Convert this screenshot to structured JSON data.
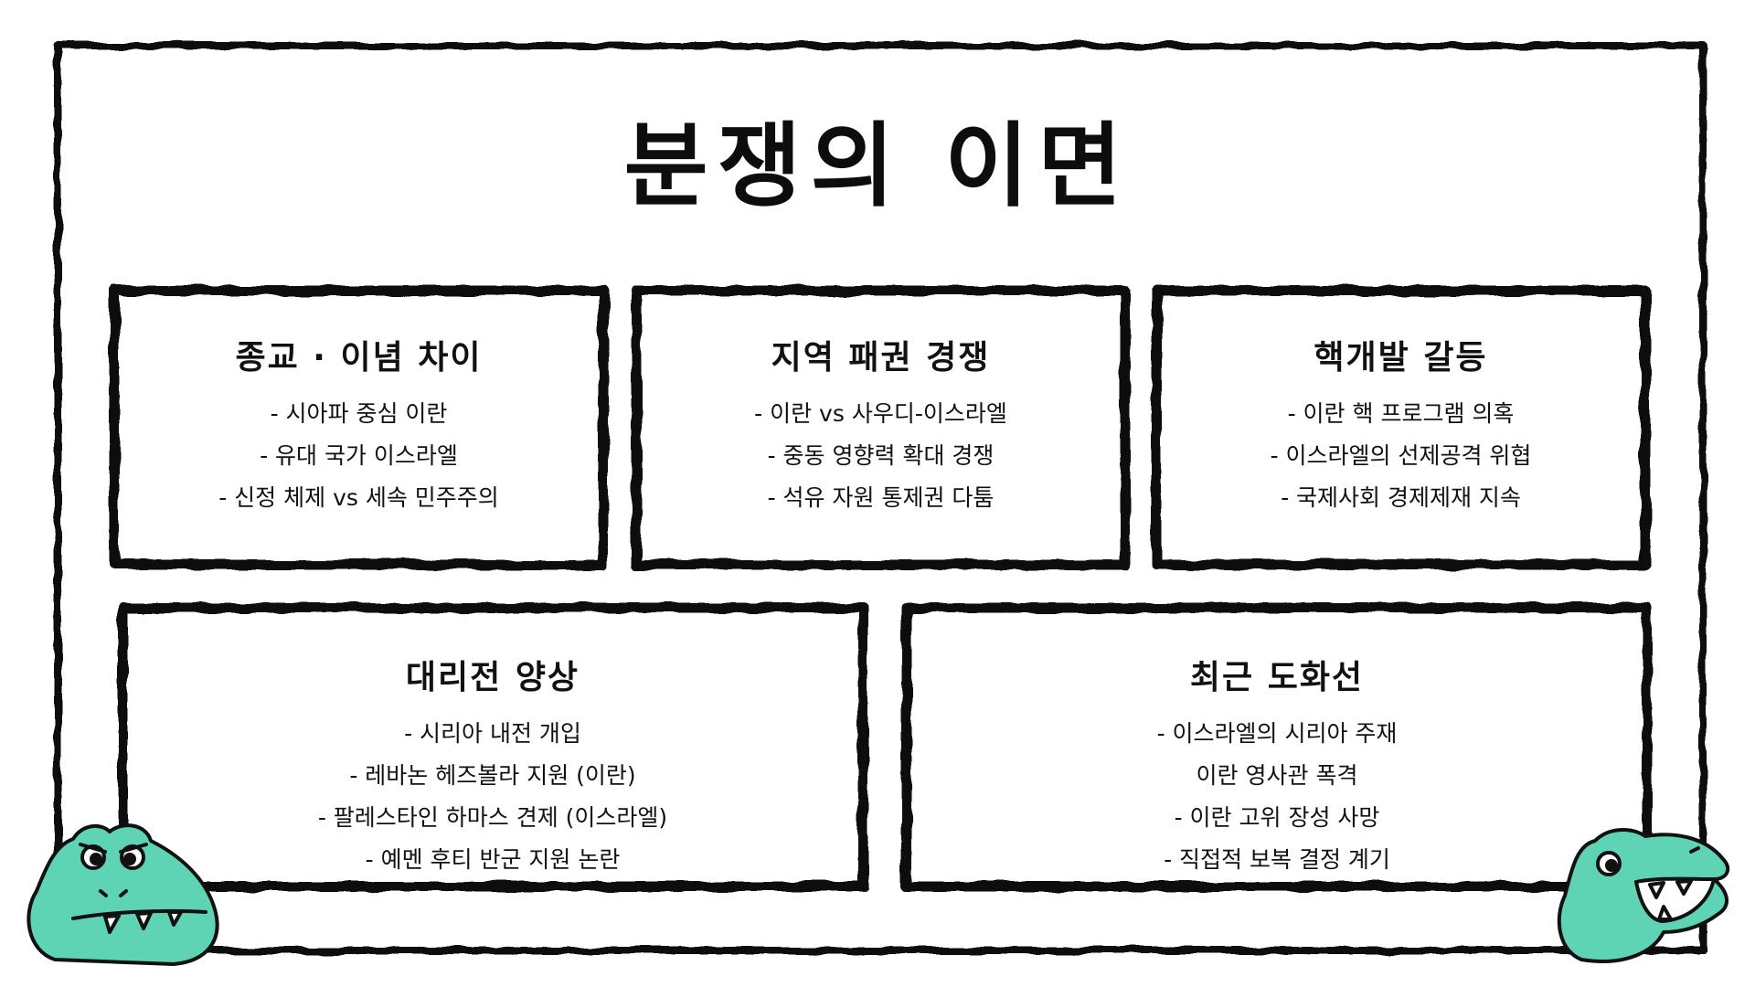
{
  "slide": {
    "title": "분쟁의 이면",
    "colors": {
      "ink": "#111111",
      "mascot_fill": "#5fd4b4",
      "background": "#ffffff"
    },
    "cards": [
      {
        "title": "종교 · 이념 차이",
        "items": [
          "- 시아파 중심 이란",
          "- 유대 국가 이스라엘",
          "- 신정 체제 vs 세속 민주주의"
        ]
      },
      {
        "title": "지역 패권 경쟁",
        "items": [
          "- 이란 vs 사우디-이스라엘",
          "- 중동 영향력 확대 경쟁",
          "- 석유 자원 통제권 다툼"
        ]
      },
      {
        "title": "핵개발 갈등",
        "items": [
          "- 이란 핵 프로그램 의혹",
          "- 이스라엘의 선제공격 위협",
          "- 국제사회 경제제재 지속"
        ]
      },
      {
        "title": "대리전 양상",
        "items": [
          "- 시리아 내전 개입",
          "- 레바논 헤즈볼라 지원 (이란)",
          "- 팔레스타인 하마스 견제 (이스라엘)",
          "- 예멘 후티 반군 지원 논란"
        ]
      },
      {
        "title": "최근 도화선",
        "items": [
          "- 이스라엘의 시리아 주재",
          "이란 영사관 폭격",
          "- 이란 고위 장성 사망",
          "- 직접적 보복 결정 계기"
        ]
      }
    ],
    "decorations": [
      "crocodile-mascot-left",
      "crocodile-mascot-right"
    ]
  }
}
